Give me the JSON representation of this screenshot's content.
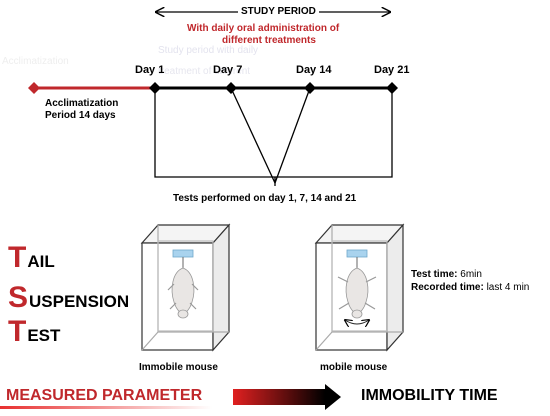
{
  "study_period": {
    "label": "STUDY PERIOD",
    "subtitle_line1": "With daily oral administration of",
    "subtitle_line2": "different treatments",
    "faint_text_line1": "Study period with daily",
    "faint_text_line2": "treatment of different"
  },
  "timeline": {
    "days": [
      "Day 1",
      "Day 7",
      "Day 14",
      "Day 21"
    ],
    "acclimatization_line1": "Acclimatization",
    "acclimatization_line2": "Period 14 days",
    "faint_left_text": "Acclimatization",
    "tests_label": "Tests performed on day 1, 7, 14 and 21"
  },
  "test_name": {
    "lines": [
      {
        "initial": "T",
        "rest": "AIL"
      },
      {
        "initial": "S",
        "rest": "USPENSION"
      },
      {
        "initial": "T",
        "rest": "EST"
      }
    ]
  },
  "mice": {
    "left_label": "Immobile mouse",
    "right_label": "mobile mouse"
  },
  "test_info": {
    "time_label": "Test time:",
    "time_value": "6min",
    "recorded_label": "Recorded time:",
    "recorded_value": "last 4 min"
  },
  "bottom": {
    "measured_parameter": "MEASURED PARAMETER",
    "result": "IMMOBILITY TIME"
  },
  "colors": {
    "accent_red": "#c0282c",
    "pre_study_red": "#c0282c",
    "suspension_bar": "#a9d3ee",
    "box_edge": "#333333"
  }
}
